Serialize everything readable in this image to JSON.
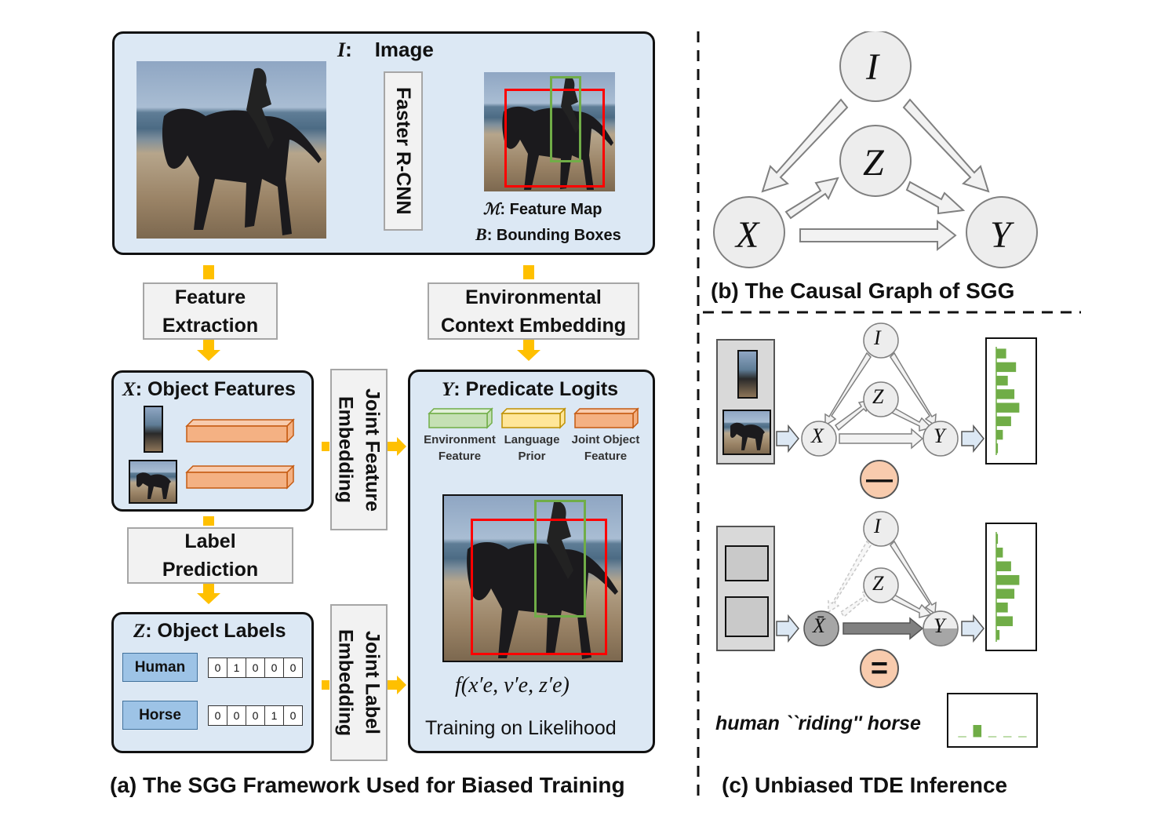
{
  "panel_a": {
    "image_title_symbol": "I",
    "image_title": "Image",
    "detector": "Faster R-CNN",
    "feature_map_symbol": "ℳ",
    "feature_map": ": Feature Map",
    "bbox_symbol": "B",
    "bbox": ": Bounding Boxes",
    "feature_extraction_1": "Feature",
    "feature_extraction_2": "Extraction",
    "env_context_1": "Environmental",
    "env_context_2": "Context Embedding",
    "object_features_symbol": "X",
    "object_features": ": Object Features",
    "joint_feature_1": "Joint Feature",
    "joint_feature_2": "Embedding",
    "predicate_symbol": "Y",
    "predicate_logits": ": Predicate Logits",
    "env_feature_1": "Environment",
    "env_feature_2": "Feature",
    "lang_prior_1": "Language",
    "lang_prior_2": "Prior",
    "joint_obj_1": "Joint Object",
    "joint_obj_2": "Feature",
    "label_prediction_1": "Label",
    "label_prediction_2": "Prediction",
    "object_labels_symbol": "Z",
    "object_labels": ": Object Labels",
    "human_label": "Human",
    "horse_label": "Horse",
    "human_onehot": [
      "0",
      "1",
      "0",
      "0",
      "0"
    ],
    "horse_onehot": [
      "0",
      "0",
      "0",
      "1",
      "0"
    ],
    "joint_label_1": "Joint Label",
    "joint_label_2": "Embedding",
    "formula": "f(x′e, v′e, z′e)",
    "training": "Training on Likelihood",
    "caption": "(a) The SGG Framework Used for Biased Training"
  },
  "panel_b": {
    "node_i": "I",
    "node_z": "Z",
    "node_x": "X",
    "node_y": "Y",
    "caption": "(b) The Causal Graph of SGG"
  },
  "panel_c": {
    "node_i": "I",
    "node_z": "Z",
    "node_x": "X",
    "node_y": "Y",
    "node_xbar": "X̄",
    "minus": "—",
    "equals": "=",
    "result_text": "human ``riding'' horse",
    "caption": "(c) Unbiased TDE Inference",
    "hist_top": [
      0.3,
      0.6,
      0.35,
      0.55,
      0.7,
      0.45,
      0.2,
      0.05
    ],
    "hist_bottom": [
      0.05,
      0.2,
      0.45,
      0.7,
      0.55,
      0.35,
      0.5,
      0.1
    ],
    "hist_result": [
      0.0,
      0.3,
      0.0,
      0.0,
      0.0
    ]
  },
  "colors": {
    "panel_fill": "#dce8f4",
    "arrow_orange": "#ffc000",
    "box_red": "#ff0000",
    "box_green": "#70ad47",
    "bar_green": "#70ad47"
  }
}
